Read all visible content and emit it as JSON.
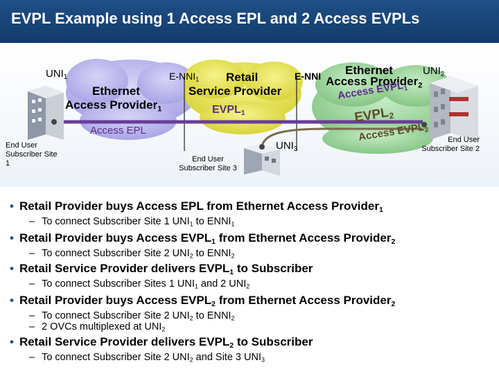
{
  "title": "EVPL Example using 1 Access EPL and 2 Access EVPLs",
  "diagram": {
    "uni1": {
      "base": "UNI",
      "sub": "1"
    },
    "uni2": {
      "base": "UNI",
      "sub": "2"
    },
    "uni3": {
      "base": "UNI",
      "sub": "3"
    },
    "enni1": {
      "base": "E-NNI",
      "sub": "1"
    },
    "enni2_prefix": "E-NNI",
    "ethernet_access_provider1": {
      "line1": "Ethernet",
      "line2": "Access Provider",
      "sub": "1"
    },
    "retail_provider": {
      "line1": "Retail",
      "line2": "Service Provider"
    },
    "ethernet_access_provider2": {
      "line1": "Ethernet",
      "line2": "Access Provider",
      "sub": "2"
    },
    "evpl1_center": {
      "base": "EVPL",
      "sub": "1"
    },
    "access_evpl1": {
      "base": "Access EVPL",
      "sub": "1"
    },
    "evpl2": {
      "base": "EVPL",
      "sub": "2"
    },
    "access_evpl2": {
      "base": "Access EVPL",
      "sub": "2"
    },
    "access_epl": "Access EPL",
    "site1": {
      "line1": "End User",
      "line2": "Subscriber Site",
      "line3": "1"
    },
    "site2": {
      "line1": "End User",
      "line2": "Subscriber Site 2"
    },
    "site3": {
      "line1": "End User",
      "line2": "Subscriber  Site 3"
    },
    "colors": {
      "title_bg": "#1f4f86",
      "lavender_cloud": "#b7b4ec",
      "yellow_cloud": "#e8e44a",
      "green_cloud": "#9cd49c",
      "evc_line": "#6a3d97",
      "evpl2_line": "#7a6a4a"
    }
  },
  "bullets": [
    {
      "text": "Retail Provider buys Access EPL from Ethernet Access Provider",
      "sub": "1",
      "tail": "",
      "subs": [
        {
          "parts": [
            [
              "To connect Subscriber Site 1 UNI",
              ""
            ],
            [
              "1",
              ""
            ],
            [
              " to ENNI",
              ""
            ],
            [
              "1",
              ""
            ]
          ]
        }
      ]
    },
    {
      "text": "Retail Provider buys Access EVPL",
      "sub": "1",
      "tail": " from Ethernet Access Provider",
      "sub2": "2",
      "subs": [
        {
          "parts": [
            [
              "To connect Subscriber Site 2 UNI",
              ""
            ],
            [
              "2",
              ""
            ],
            [
              " to ENNI",
              ""
            ],
            [
              "2",
              ""
            ]
          ]
        }
      ]
    },
    {
      "text": "Retail Service Provider delivers EVPL",
      "sub": "1",
      "tail": " to Subscriber",
      "subs": [
        {
          "parts": [
            [
              "To connect Subscriber Sites 1 UNI",
              ""
            ],
            [
              "1",
              ""
            ],
            [
              " and 2 UNI",
              ""
            ],
            [
              "2",
              ""
            ]
          ]
        }
      ]
    },
    {
      "text": "Retail Provider buys Access EVPL",
      "sub": "2",
      "tail": " from Ethernet Access Provider",
      "sub2": "2",
      "subs": [
        {
          "parts": [
            [
              "To connect Subscriber Site 2 UNI",
              ""
            ],
            [
              "2",
              ""
            ],
            [
              " to ENNI",
              ""
            ],
            [
              "2",
              ""
            ]
          ]
        },
        {
          "parts": [
            [
              "2 OVCs multiplexed at UNI",
              ""
            ],
            [
              "2",
              ""
            ]
          ]
        }
      ]
    },
    {
      "text": "Retail Service Provider delivers EVPL",
      "sub": "2",
      "tail": " to Subscriber",
      "subs": [
        {
          "parts": [
            [
              "To connect Subscriber Site 2 UNI",
              ""
            ],
            [
              "2",
              ""
            ],
            [
              " and Site 3 UNI",
              ""
            ],
            [
              "3",
              ""
            ]
          ]
        }
      ]
    }
  ]
}
